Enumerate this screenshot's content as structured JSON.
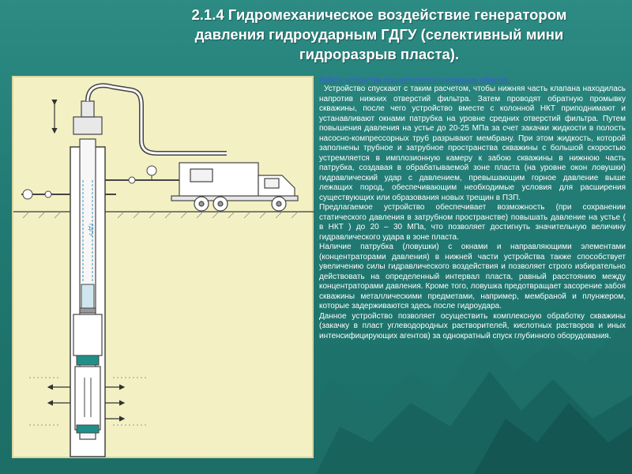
{
  "slide": {
    "title_line1": "2.1.4 Гидромеханическое воздействие генератором",
    "title_line2": "давления гидроударным ГДГУ (селективный мини",
    "title_line3": "гидроразрыв пласта)."
  },
  "diagram": {
    "label": "ГДГУ"
  },
  "text": {
    "heading": "Работа устройства осуществляется следующим образом.",
    "paragraphs": [
      "Устройство спускают с таким расчетом, чтобы нижняя часть клапана находилась напротив нижних отверстий фильтра. Затем проводят обратную промывку скважины, после чего устройство вместе с колонной НКТ приподнимают и устанавливают окнами патрубка на уровне средних отверстий фильтра. Путем повышения давления на устье до 20-25 МПа за счет закачки жидкости в полость насосно-компрессорных труб разрывают мембрану. При этом жидкость, которой заполнены трубное и затрубное пространства скважины с большой скоростью устремляется в имплозионную камеру к забою скважины в нижнюю часть патрубка, создавая в обрабатываемой зоне пласта (на уровне окон ловушки) гидравлический удар с давлением, превышающим горное давление выше лежащих пород, обеспечивающим необходимые условия для расширения существующих или образования новых трещин в ПЗП.",
      "Предлагаемое устройство обеспечивает возможность (при сохранении статического давления в затрубном пространстве) повышать давление на устье ( в НКТ ) до 20 – 30 МПа, что позволяет достигнуть значительную величину гидравлического удара в зоне пласта.",
      "Наличие патрубка (ловушки) с окнами и направляющими элементами (концентраторами давления) в нижней части устройства также способствует увеличению силы гидравлического воздействия и позволяет строго избирательно действовать на определенный интервал пласта, равный расстоянию между концентраторами давления. Кроме того, ловушка предотвращает засорение забоя скважины металлическими предметами, например, мембраной и плунжером, которые задерживаются здесь после гидроудара.",
      "Данное устройство позволяет осуществить комплексную обработку скважины (закачку в пласт углеводородных растворителей, кислотных растворов и иных интенсифицирующих агентов) за однократный спуск глубинного оборудования."
    ]
  },
  "colors": {
    "background": "#217a73",
    "panel": "#f3f1c4",
    "link": "#3a5bd9"
  }
}
